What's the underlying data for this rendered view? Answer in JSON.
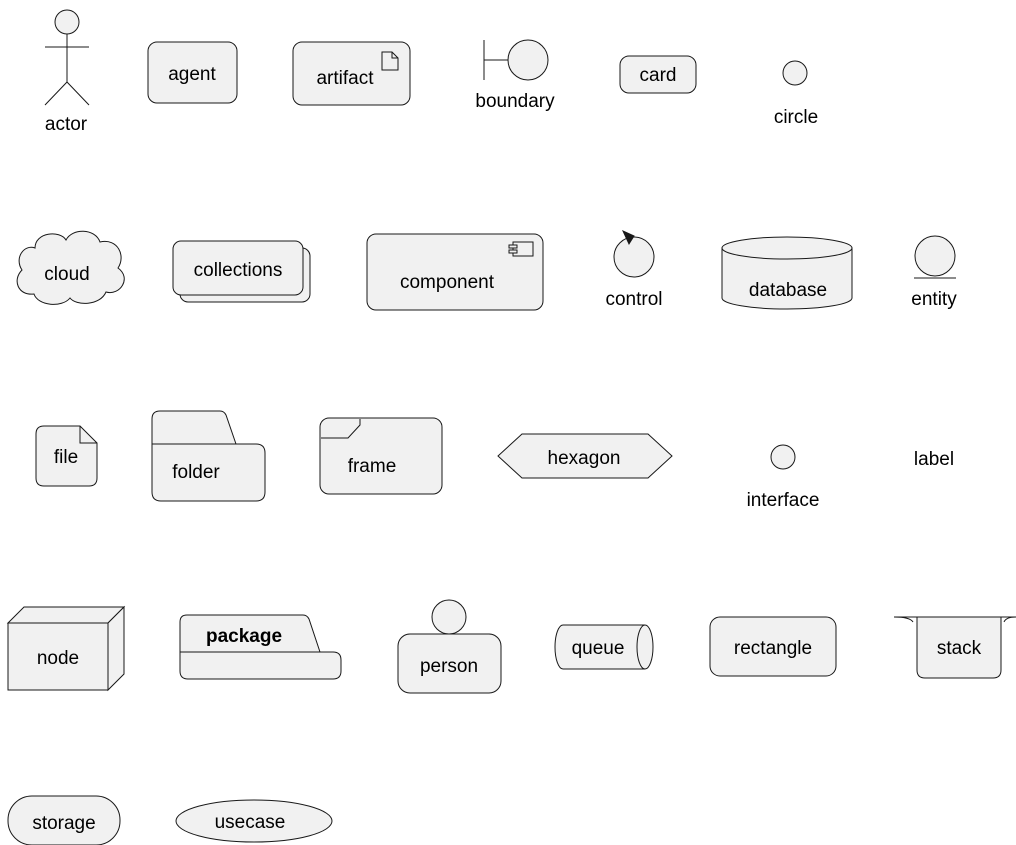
{
  "title": "",
  "elements": {
    "actor": "actor",
    "agent": "agent",
    "artifact": "artifact",
    "boundary": "boundary",
    "card": "card",
    "circle": "circle",
    "cloud": "cloud",
    "collections": "collections",
    "component": "component",
    "control": "control",
    "database": "database",
    "entity": "entity",
    "file": "file",
    "folder": "folder",
    "frame": "frame",
    "hexagon": "hexagon",
    "interface": "interface",
    "label": "label",
    "node": "node",
    "package": "package",
    "person": "person",
    "queue": "queue",
    "rectangle": "rectangle",
    "stack": "stack",
    "storage": "storage",
    "usecase": "usecase"
  },
  "colors": {
    "fill": "#f1f1f1",
    "stroke": "#181818",
    "text": "#000000"
  }
}
